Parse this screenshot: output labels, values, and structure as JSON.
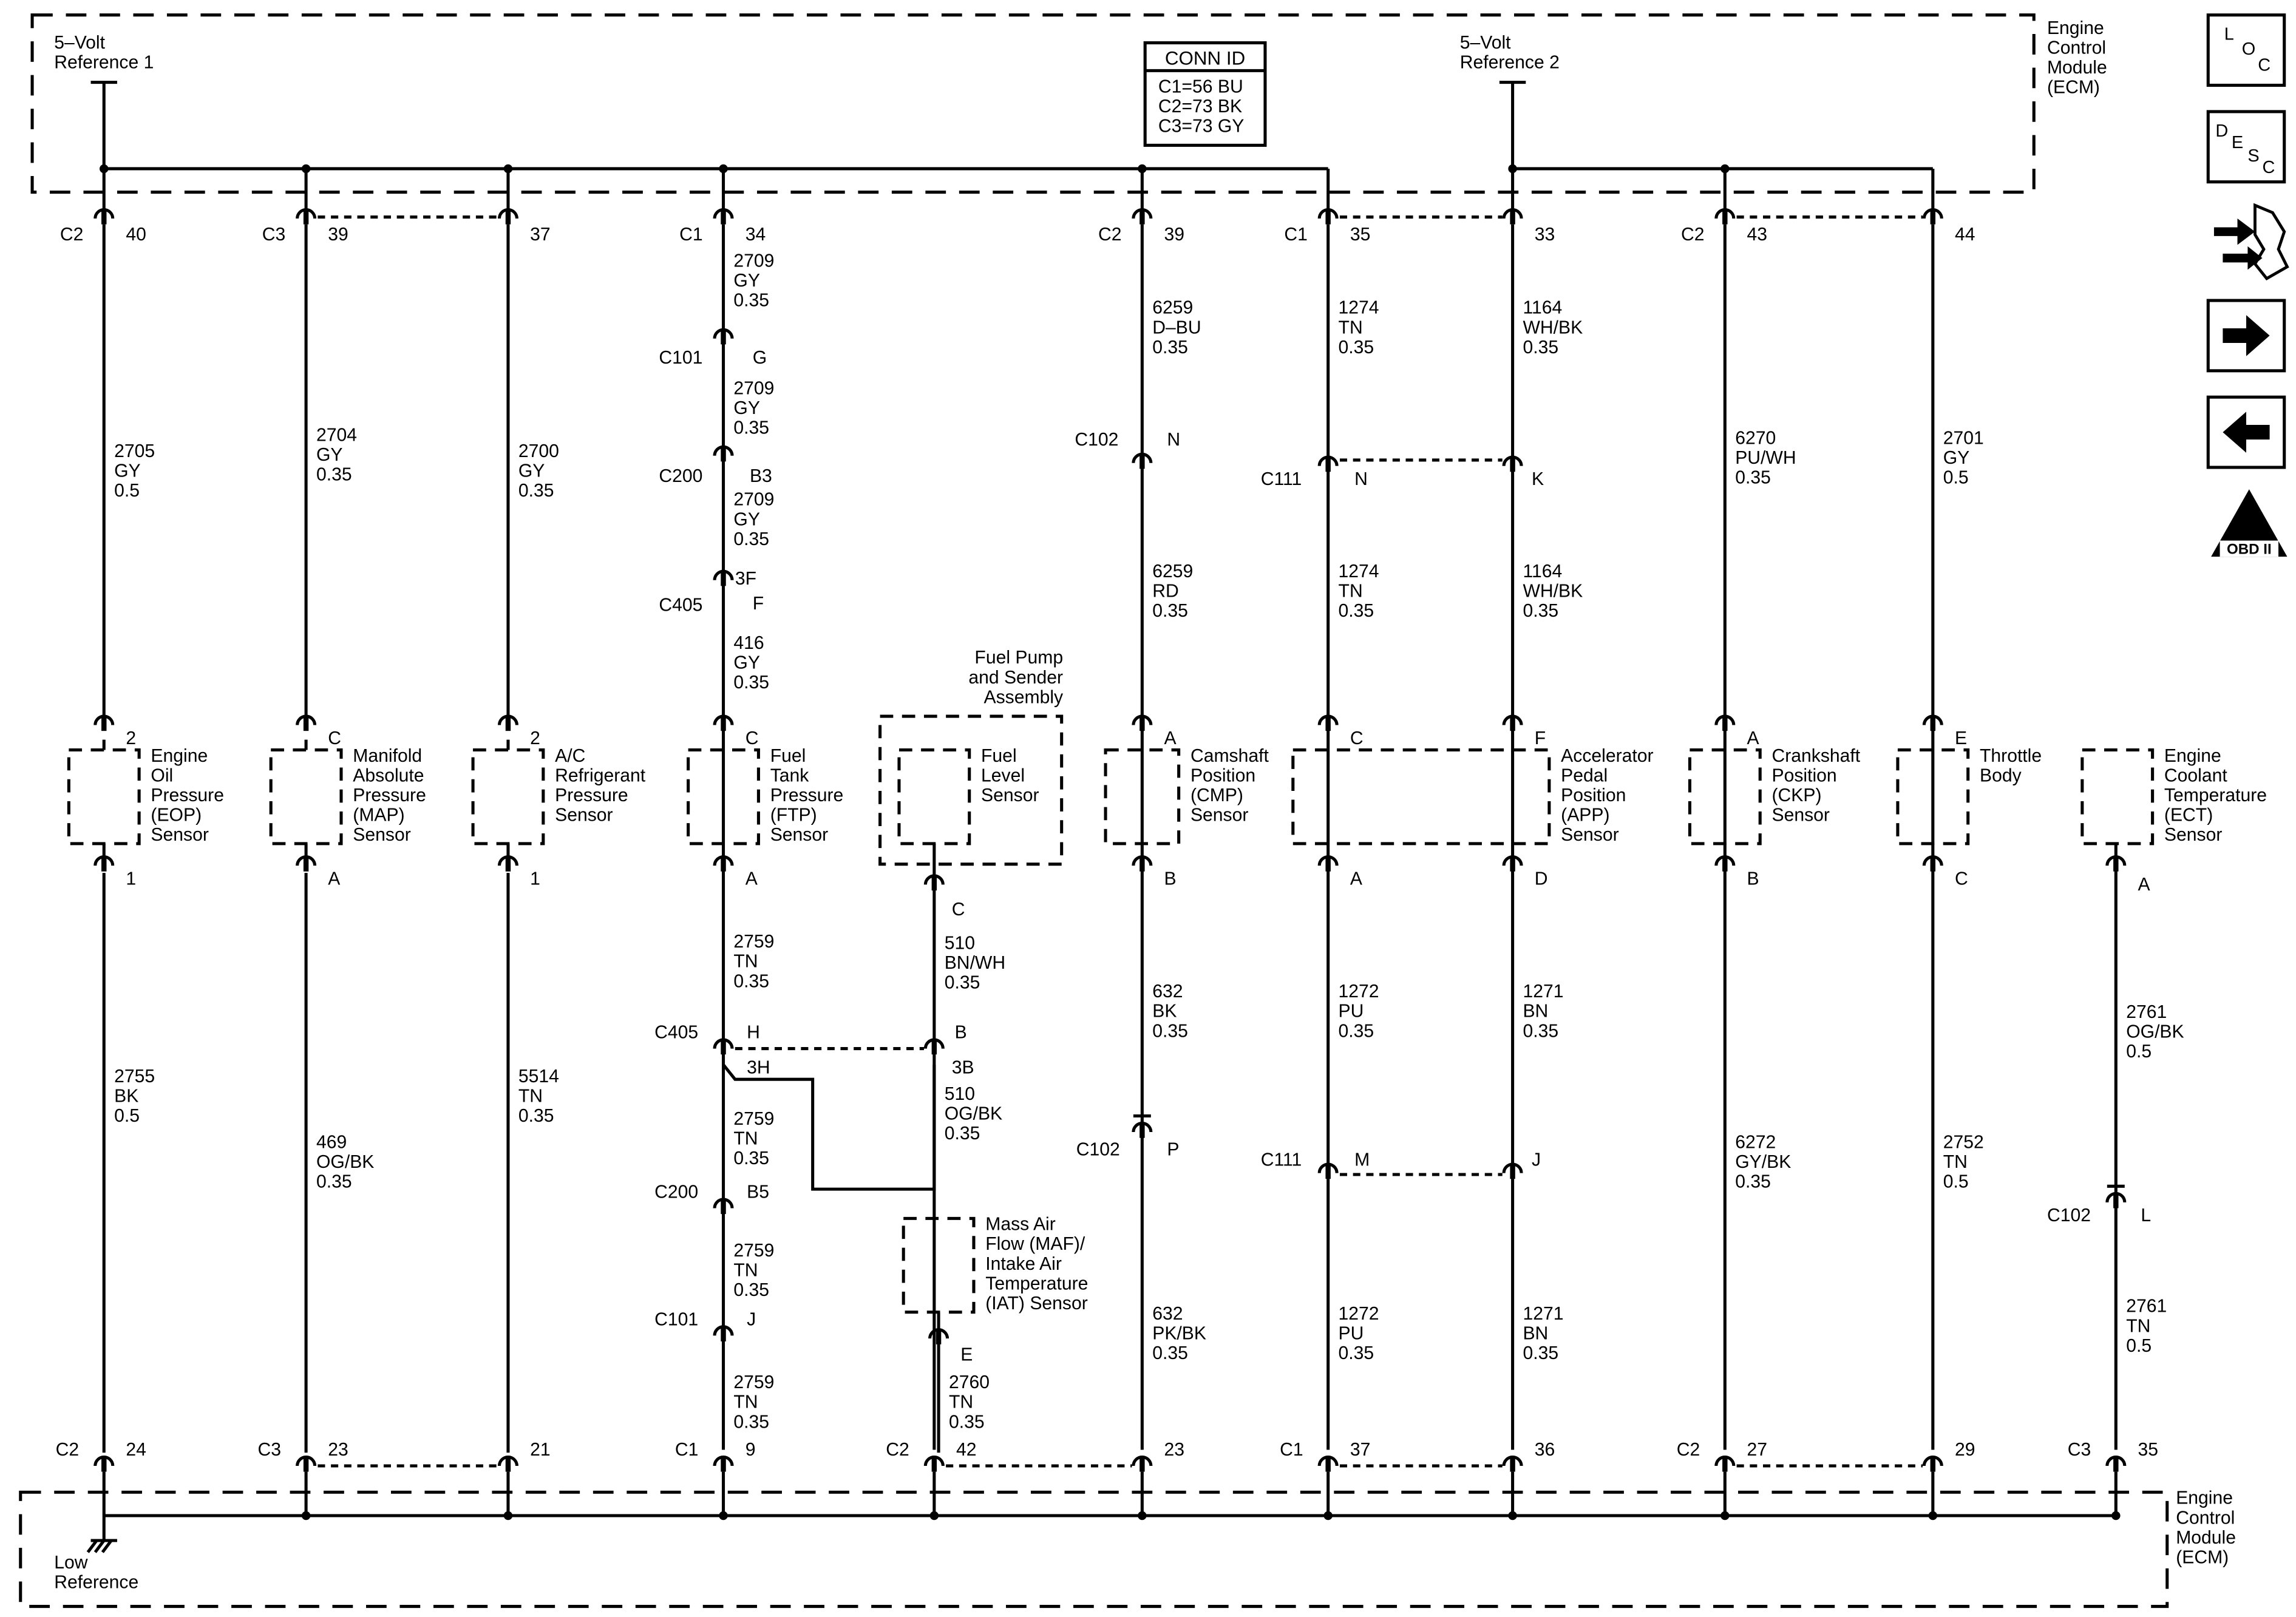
{
  "ecm_top": {
    "label": [
      "Engine",
      "Control",
      "Module",
      "(ECM)"
    ]
  },
  "ecm_bottom": {
    "label": [
      "Engine",
      "Control",
      "Module",
      "(ECM)"
    ]
  },
  "refs": [
    {
      "label": [
        "5–Volt",
        "Reference 1"
      ]
    },
    {
      "label": [
        "5–Volt",
        "Reference 2"
      ]
    }
  ],
  "low_ref": {
    "label": [
      "Low",
      "Reference"
    ]
  },
  "conn_id": {
    "title": "CONN ID",
    "lines": [
      "C1=56 BU",
      "C2=73 BK",
      "C3=73 GY"
    ]
  },
  "top_pins": [
    {
      "conn": "C2",
      "pin": "40"
    },
    {
      "conn": "C3",
      "pin": "39"
    },
    {
      "conn": "",
      "pin": "37"
    },
    {
      "conn": "C1",
      "pin": "34"
    },
    {
      "conn": "C2",
      "pin": "39"
    },
    {
      "conn": "C1",
      "pin": "35"
    },
    {
      "conn": "",
      "pin": "33"
    },
    {
      "conn": "C2",
      "pin": "43"
    },
    {
      "conn": "",
      "pin": "44"
    }
  ],
  "bottom_pins": [
    {
      "conn": "C2",
      "pin": "24"
    },
    {
      "conn": "C3",
      "pin": "23"
    },
    {
      "conn": "",
      "pin": "21"
    },
    {
      "conn": "C1",
      "pin": "9"
    },
    {
      "conn": "C2",
      "pin": "42"
    },
    {
      "conn": "",
      "pin": "23"
    },
    {
      "conn": "C1",
      "pin": "37"
    },
    {
      "conn": "",
      "pin": "36"
    },
    {
      "conn": "C2",
      "pin": "27"
    },
    {
      "conn": "",
      "pin": "29"
    },
    {
      "conn": "C3",
      "pin": "35"
    }
  ],
  "sensors": [
    {
      "name": [
        "Engine",
        "Oil",
        "Pressure",
        "(EOP)",
        "Sensor"
      ],
      "pin_top": "2",
      "pin_bottom": "1"
    },
    {
      "name": [
        "Manifold",
        "Absolute",
        "Pressure",
        "(MAP)",
        "Sensor"
      ],
      "pin_top": "C",
      "pin_bottom": "A"
    },
    {
      "name": [
        "A/C",
        "Refrigerant",
        "Pressure",
        "Sensor"
      ],
      "pin_top": "2",
      "pin_bottom": "1"
    },
    {
      "name": [
        "Fuel",
        "Tank",
        "Pressure",
        "(FTP)",
        "Sensor"
      ],
      "pin_top": "C",
      "pin_bottom": "A"
    },
    {
      "name": [
        "Fuel",
        "Level",
        "Sensor"
      ],
      "pin_bottom": "C"
    },
    {
      "name": [
        "Camshaft",
        "Position",
        "(CMP)",
        "Sensor"
      ],
      "pin_top": "A",
      "pin_bottom": "B"
    },
    {
      "name": [
        "Accelerator",
        "Pedal",
        "Position",
        "(APP)",
        "Sensor"
      ],
      "pin_top_1": "C",
      "pin_top_2": "F",
      "pin_bottom_1": "A",
      "pin_bottom_2": "D"
    },
    {
      "name": [
        "Crankshaft",
        "Position",
        "(CKP)",
        "Sensor"
      ],
      "pin_top": "A",
      "pin_bottom": "B"
    },
    {
      "name": [
        "Throttle",
        "Body"
      ],
      "pin_top": "E",
      "pin_bottom": "C"
    },
    {
      "name": [
        "Engine",
        "Coolant",
        "Temperature",
        "(ECT)",
        "Sensor"
      ],
      "pin_bottom": "A"
    },
    {
      "name": [
        "Mass Air",
        "Flow (MAF)/",
        "Intake Air",
        "Temperature",
        "(IAT) Sensor"
      ],
      "pin_bottom": "E"
    }
  ],
  "fuel_pump_assembly": {
    "label": [
      "Fuel Pump",
      "and Sender",
      "Assembly"
    ]
  },
  "wires": [
    {
      "circuit": "2705",
      "color": "GY",
      "gauge": "0.5"
    },
    {
      "circuit": "2704",
      "color": "GY",
      "gauge": "0.35"
    },
    {
      "circuit": "2700",
      "color": "GY",
      "gauge": "0.35"
    },
    {
      "circuit": "2709",
      "color": "GY",
      "gauge": "0.35"
    },
    {
      "circuit": "2709",
      "color": "GY",
      "gauge": "0.35"
    },
    {
      "circuit": "2709",
      "color": "GY",
      "gauge": "0.35"
    },
    {
      "circuit": "416",
      "color": "GY",
      "gauge": "0.35"
    },
    {
      "circuit": "6259",
      "color": "D–BU",
      "gauge": "0.35"
    },
    {
      "circuit": "6259",
      "color": "RD",
      "gauge": "0.35"
    },
    {
      "circuit": "1274",
      "color": "TN",
      "gauge": "0.35"
    },
    {
      "circuit": "1274",
      "color": "TN",
      "gauge": "0.35"
    },
    {
      "circuit": "1164",
      "color": "WH/BK",
      "gauge": "0.35"
    },
    {
      "circuit": "1164",
      "color": "WH/BK",
      "gauge": "0.35"
    },
    {
      "circuit": "6270",
      "color": "PU/WH",
      "gauge": "0.35"
    },
    {
      "circuit": "2701",
      "color": "GY",
      "gauge": "0.5"
    },
    {
      "circuit": "2755",
      "color": "BK",
      "gauge": "0.5"
    },
    {
      "circuit": "469",
      "color": "OG/BK",
      "gauge": "0.35"
    },
    {
      "circuit": "5514",
      "color": "TN",
      "gauge": "0.35"
    },
    {
      "circuit": "2759",
      "color": "TN",
      "gauge": "0.35"
    },
    {
      "circuit": "2759",
      "color": "TN",
      "gauge": "0.35"
    },
    {
      "circuit": "2759",
      "color": "TN",
      "gauge": "0.35"
    },
    {
      "circuit": "2759",
      "color": "TN",
      "gauge": "0.35"
    },
    {
      "circuit": "510",
      "color": "BN/WH",
      "gauge": "0.35"
    },
    {
      "circuit": "510",
      "color": "OG/BK",
      "gauge": "0.35"
    },
    {
      "circuit": "2760",
      "color": "TN",
      "gauge": "0.35"
    },
    {
      "circuit": "632",
      "color": "BK",
      "gauge": "0.35"
    },
    {
      "circuit": "632",
      "color": "PK/BK",
      "gauge": "0.35"
    },
    {
      "circuit": "1272",
      "color": "PU",
      "gauge": "0.35"
    },
    {
      "circuit": "1272",
      "color": "PU",
      "gauge": "0.35"
    },
    {
      "circuit": "1271",
      "color": "BN",
      "gauge": "0.35"
    },
    {
      "circuit": "1271",
      "color": "BN",
      "gauge": "0.35"
    },
    {
      "circuit": "6272",
      "color": "GY/BK",
      "gauge": "0.35"
    },
    {
      "circuit": "2752",
      "color": "TN",
      "gauge": "0.5"
    },
    {
      "circuit": "2761",
      "color": "OG/BK",
      "gauge": "0.5"
    },
    {
      "circuit": "2761",
      "color": "TN",
      "gauge": "0.5"
    }
  ],
  "inline": [
    {
      "conn": "C101",
      "pin": "G"
    },
    {
      "conn": "C200",
      "pin": "B3"
    },
    {
      "conn": "C405",
      "pin": "F",
      "pin2": "3F"
    },
    {
      "conn": "C405",
      "pin": "H",
      "pin2": "3H"
    },
    {
      "conn": "C200",
      "pin": "B5"
    },
    {
      "conn": "C101",
      "pin": "J"
    },
    {
      "conn": "C102",
      "pin": "N"
    },
    {
      "conn": "C102",
      "pin": "P"
    },
    {
      "conn": "C111",
      "pin": "N"
    },
    {
      "conn": "",
      "pin": "K"
    },
    {
      "conn": "C111",
      "pin": "M"
    },
    {
      "conn": "",
      "pin": "J"
    },
    {
      "conn": "C102",
      "pin": "L"
    },
    {
      "conn": "",
      "pin": "B",
      "pin2": "3B"
    }
  ],
  "icons": [
    {
      "name": "location-icon",
      "text": [
        "L",
        "O",
        "C"
      ]
    },
    {
      "name": "description-icon",
      "text": [
        "D",
        "E",
        "S",
        "C"
      ]
    },
    {
      "name": "connector-repair-icon"
    },
    {
      "name": "next-arrow-icon"
    },
    {
      "name": "previous-arrow-icon"
    },
    {
      "name": "obd-ii-icon",
      "text": [
        "II",
        "OBD II"
      ]
    }
  ]
}
